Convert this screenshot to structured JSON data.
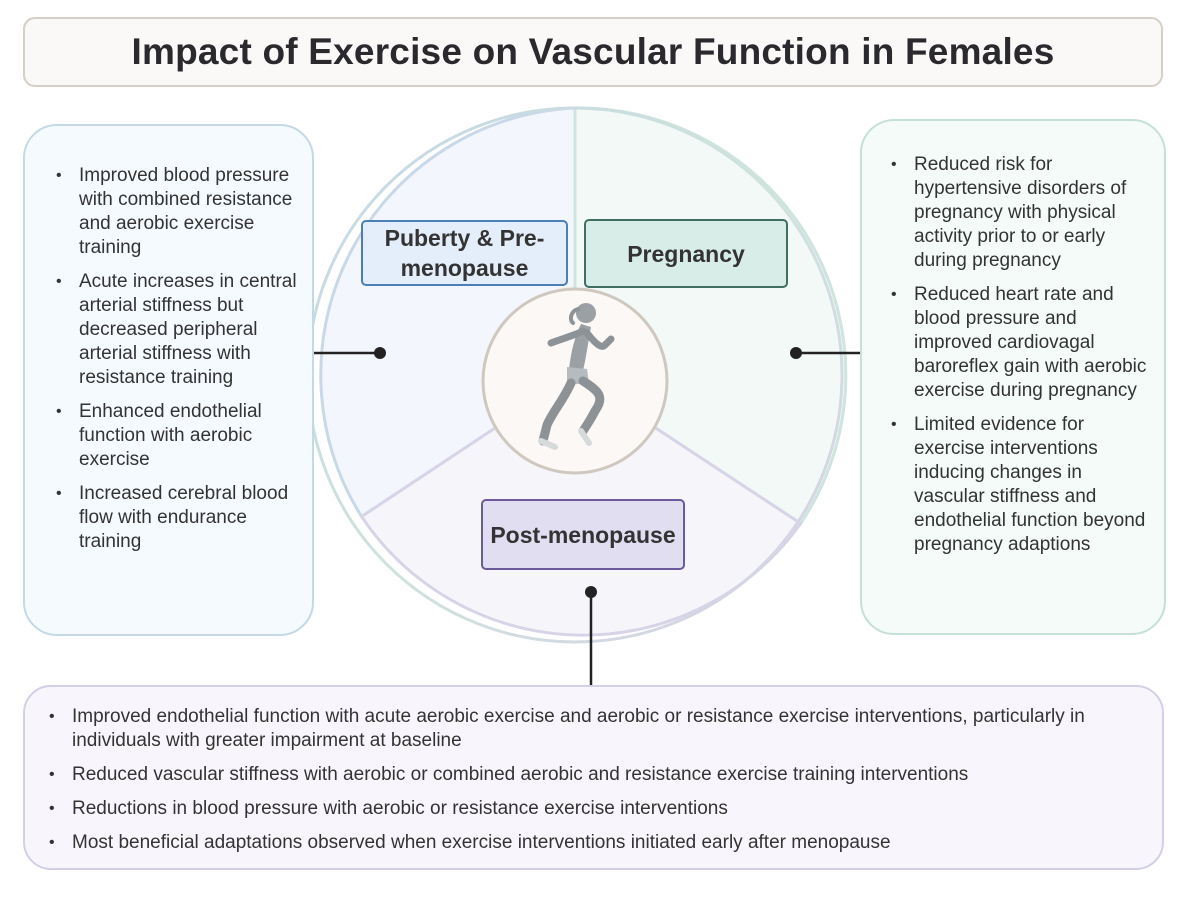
{
  "title": "Impact of Exercise on Vascular Function in Females",
  "icon": "runner-figure",
  "colors": {
    "puberty_accent": "#4a7fb8",
    "pregnancy_accent": "#3f6f63",
    "postmenopause_accent": "#6a5a9c",
    "connector": "#222222"
  },
  "stages": {
    "puberty": {
      "label": "Puberty & Pre-menopause",
      "bullets": [
        "Improved blood pressure with combined resistance and aerobic exercise training",
        "Acute increases in central arterial stiffness but decreased peripheral arterial stiffness with resistance training",
        "Enhanced endothelial function with aerobic exercise",
        "Increased cerebral blood flow with endurance training"
      ]
    },
    "pregnancy": {
      "label": "Pregnancy",
      "bullets": [
        "Reduced risk for hypertensive disorders of pregnancy with physical activity prior to or early during pregnancy",
        "Reduced heart rate and blood pressure and improved cardiovagal baroreflex gain with aerobic exercise during pregnancy",
        "Limited evidence for exercise interventions inducing changes in vascular stiffness and endothelial function beyond pregnancy adaptions"
      ]
    },
    "postmenopause": {
      "label": "Post-menopause",
      "bullets": [
        "Improved endothelial function with acute aerobic exercise and aerobic or resistance exercise interventions, particularly in individuals with greater impairment at baseline",
        "Reduced vascular stiffness with aerobic or combined aerobic and resistance exercise training interventions",
        "Reductions in blood pressure with aerobic or resistance exercise interventions",
        "Most beneficial adaptations observed when exercise interventions initiated early after menopause"
      ]
    }
  }
}
